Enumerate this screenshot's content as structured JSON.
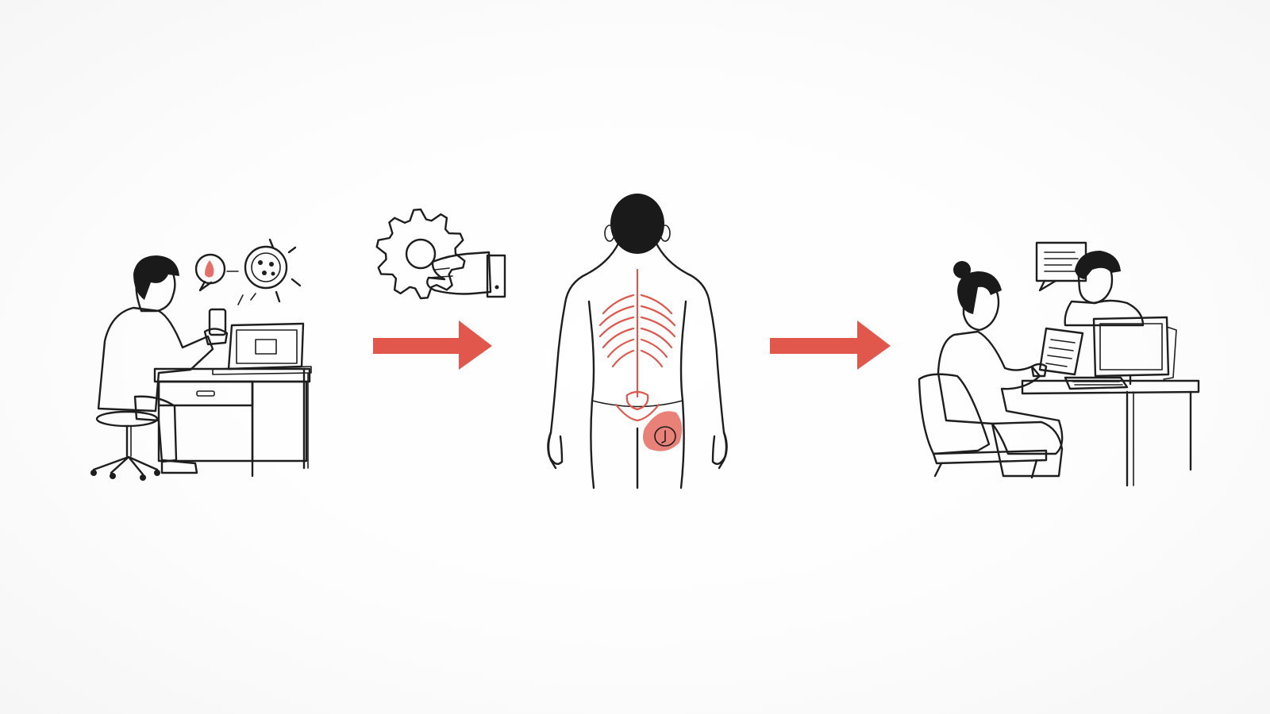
{
  "colors": {
    "accent": "#e2574c",
    "shirt_blue": "#6d8fb3",
    "ink": "#1e1e1e",
    "background": "#fafafa"
  },
  "steps": [
    {
      "id": "patient-reports-symptoms",
      "icons": [
        "person-at-desk-icon",
        "phone-icon",
        "laptop-icon",
        "chat-bubble-icon",
        "virus-icon"
      ]
    },
    {
      "id": "mechanism",
      "icons": [
        "gear-icon",
        "hand-icon"
      ]
    },
    {
      "id": "body-examination",
      "icons": [
        "human-back-icon"
      ]
    },
    {
      "id": "consultation",
      "icons": [
        "two-people-at-desk-icon",
        "speech-bubble-icon",
        "monitor-icon",
        "document-icon"
      ]
    }
  ],
  "connectors": [
    "arrow-right-icon",
    "arrow-right-icon"
  ]
}
